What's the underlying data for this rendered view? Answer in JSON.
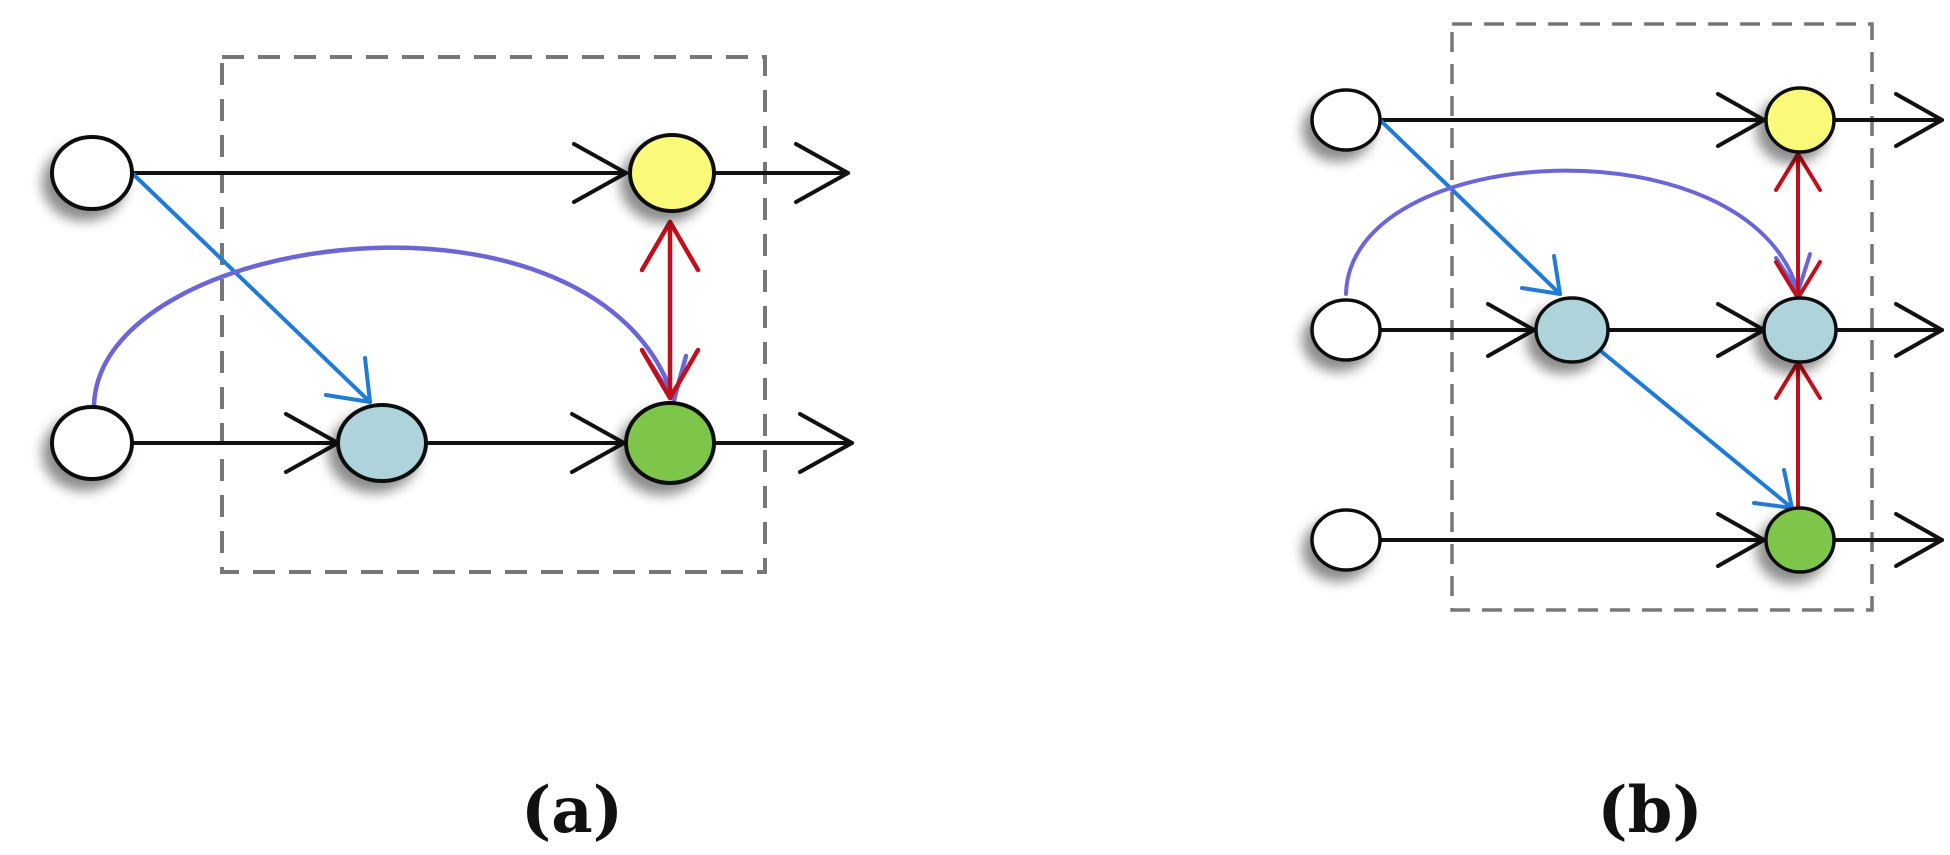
{
  "panels": [
    {
      "id": "a",
      "caption": "(a)",
      "node_colors": {
        "input_top": "#ffffff",
        "input_bottom": "#ffffff",
        "mid": "#aed3da",
        "output_top": "#fbf97a",
        "output_bottom": "#7ec64a"
      }
    },
    {
      "id": "b",
      "caption": "(b)",
      "node_colors": {
        "input_1": "#ffffff",
        "input_2": "#ffffff",
        "input_3": "#ffffff",
        "mid": "#aed3da",
        "output_top": "#fbf97a",
        "output_mid": "#aed3da",
        "output_bottom": "#7ec64a"
      }
    }
  ],
  "colors": {
    "flow_arrow": "#111111",
    "cross_arrow": "#1f7bd6",
    "curved_arrow": "#6b66d8",
    "bidirectional_arrow": "#c0101b",
    "dashed_box": "#777777",
    "node_outline": "#111111"
  }
}
